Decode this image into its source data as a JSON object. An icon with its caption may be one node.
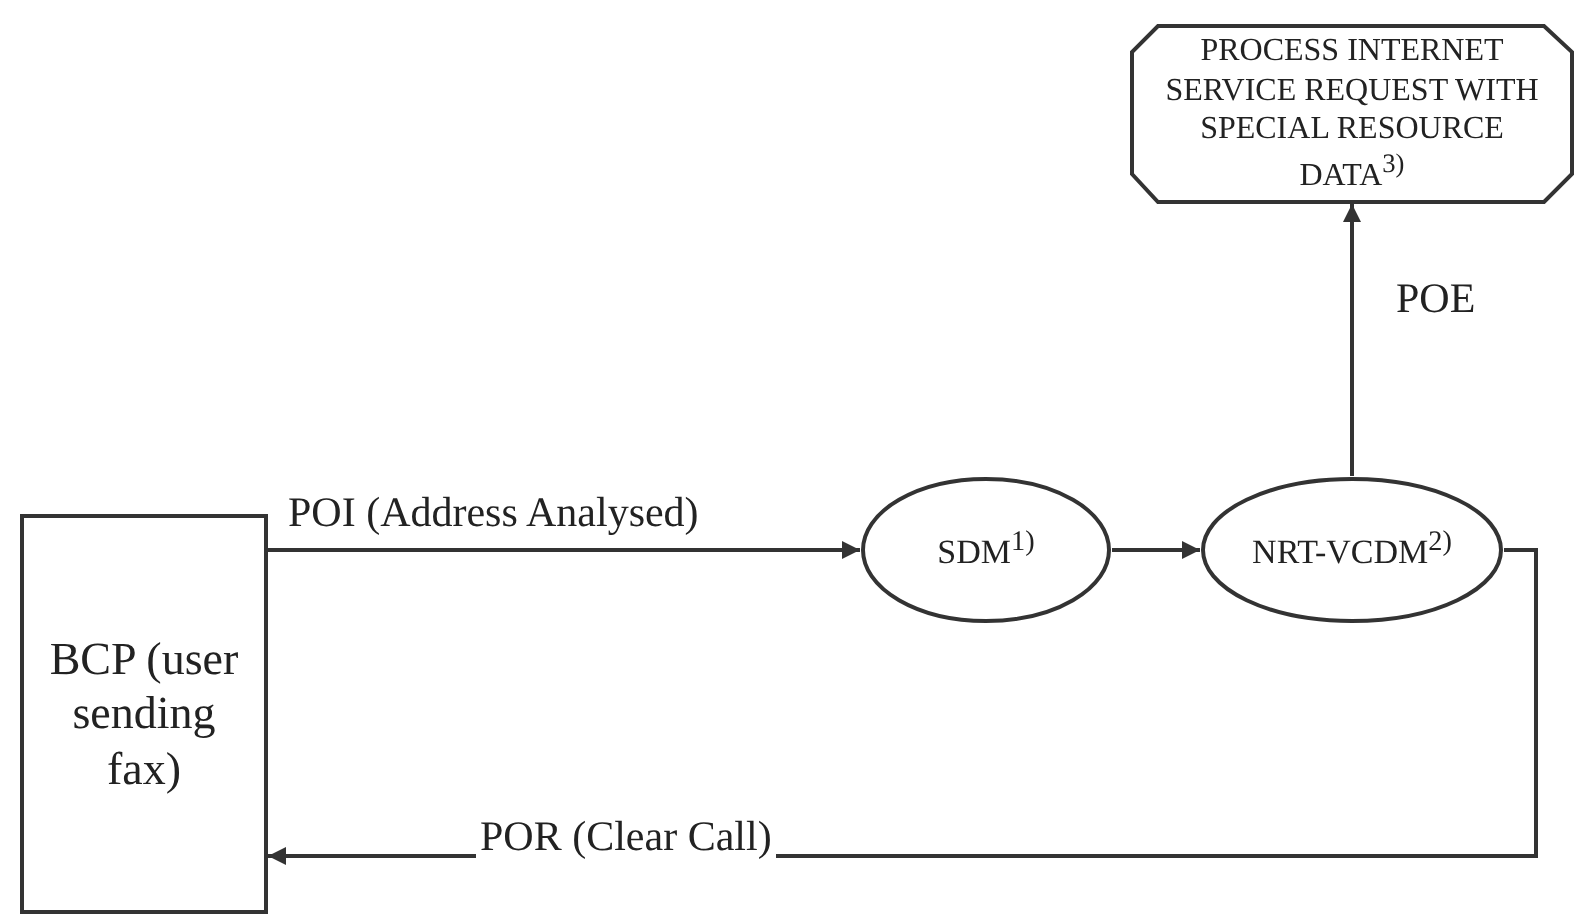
{
  "diagram": {
    "nodes": [
      {
        "text": [
          "BCP (user sending fax)"
        ]
      },
      {
        "text": [
          "SDM$^{1)}$"
        ]
      },
      {
        "text": [
          "NRT-VCDM$^{2)}$"
        ]
      },
      {
        "text": [
          "PROCESS INTERNET SERVICE REQUEST WITH SPECIAL RESOURCE DATA$^{3)}$"
        ]
      }
    ],
    "edges": [
      {
        "from": 0,
        "to": 1,
        "arrow": "to",
        "label": "POI (Address Analysed)"
      },
      {
        "from": 1,
        "to": 2,
        "arrow": "to"
      },
      {
        "from": 2,
        "to": 3,
        "arrow": "to",
        "label": "POE"
      },
      {
        "from": 2,
        "to": 0,
        "arrow": "to",
        "label": "POR (Clear Call)"
      }
    ]
  }
}
